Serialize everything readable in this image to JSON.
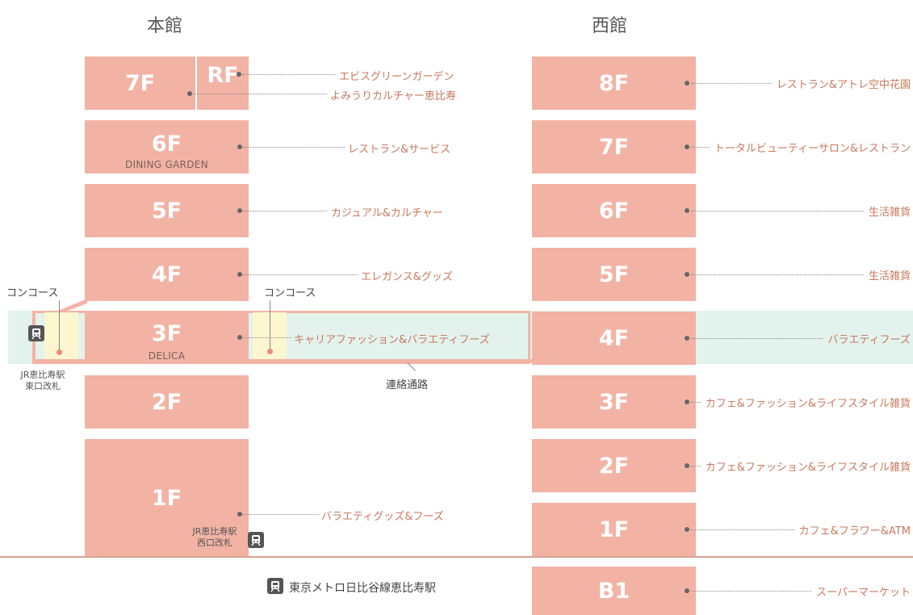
{
  "honkan": {
    "title": "本館",
    "floors": [
      {
        "num": "7F",
        "sub": ""
      },
      {
        "num": "RF",
        "sub": ""
      },
      {
        "num": "6F",
        "sub": "DINING GARDEN"
      },
      {
        "num": "5F",
        "sub": ""
      },
      {
        "num": "4F",
        "sub": ""
      },
      {
        "num": "3F",
        "sub": "DELICA"
      },
      {
        "num": "2F",
        "sub": ""
      },
      {
        "num": "1F",
        "sub": ""
      }
    ],
    "labels": {
      "rf": "エビスグリーンガーデン",
      "f7": "よみうりカルチャー恵比寿",
      "f6": "レストラン&サービス",
      "f5": "カジュアル&カルチャー",
      "f4": "エレガンス&グッズ",
      "f3": "キャリアファッション&バラエティフーズ",
      "f1": "バラエティグッズ&フーズ"
    }
  },
  "nishikan": {
    "title": "西館",
    "floors": [
      {
        "num": "8F",
        "label": "レストラン&アトレ空中花園"
      },
      {
        "num": "7F",
        "label": "トータルビューティーサロン&レストラン"
      },
      {
        "num": "6F",
        "label": "生活雑貨"
      },
      {
        "num": "5F",
        "label": "生活雑貨"
      },
      {
        "num": "4F",
        "label": "バラエティフーズ"
      },
      {
        "num": "3F",
        "label": "カフェ&ファッション&ライフスタイル雑貨"
      },
      {
        "num": "2F",
        "label": "カフェ&ファッション&ライフスタイル雑貨"
      },
      {
        "num": "1F",
        "label": "カフェ&フラワー&ATM"
      },
      {
        "num": "B1",
        "label": "スーパーマーケット"
      }
    ]
  },
  "concourse_left": "コンコース",
  "concourse_right": "コンコース",
  "corridor": "連絡通路",
  "jr_east_gate_line1": "JR恵比寿駅",
  "jr_east_gate_line2": "東口改札",
  "jr_west_gate_line1": "JR恵比寿駅",
  "jr_west_gate_line2": "西口改札",
  "metro": "東京メトロ日比谷線恵比寿駅",
  "colors": {
    "floor": "#f2b3a5",
    "corridor": "#e3f2ec",
    "concourse": "#fdf6cf",
    "label": "#c77a5d"
  },
  "icons": [
    "train-icon"
  ]
}
